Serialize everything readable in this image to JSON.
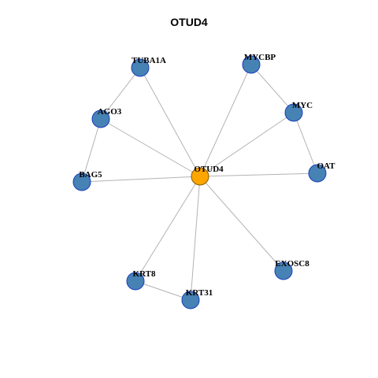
{
  "title": "OTUD4",
  "colors": {
    "center_fill": "#FFA500",
    "node_fill": "#4682B4",
    "node_stroke": "#1a3fbf",
    "center_stroke": "#8a5a00",
    "edge": "#b3b3b3"
  },
  "nodes": [
    {
      "id": "OTUD4",
      "center": true
    },
    {
      "id": "TUBA1A"
    },
    {
      "id": "MYCBP"
    },
    {
      "id": "AGO3"
    },
    {
      "id": "MYC"
    },
    {
      "id": "BAG5"
    },
    {
      "id": "OAT"
    },
    {
      "id": "EXOSC8"
    },
    {
      "id": "KRT8"
    },
    {
      "id": "KRT31"
    }
  ],
  "edges": [
    [
      "OTUD4",
      "TUBA1A"
    ],
    [
      "OTUD4",
      "MYCBP"
    ],
    [
      "OTUD4",
      "AGO3"
    ],
    [
      "OTUD4",
      "MYC"
    ],
    [
      "OTUD4",
      "BAG5"
    ],
    [
      "OTUD4",
      "OAT"
    ],
    [
      "OTUD4",
      "EXOSC8"
    ],
    [
      "OTUD4",
      "KRT8"
    ],
    [
      "OTUD4",
      "KRT31"
    ],
    [
      "TUBA1A",
      "AGO3"
    ],
    [
      "AGO3",
      "BAG5"
    ],
    [
      "MYCBP",
      "MYC"
    ],
    [
      "MYC",
      "OAT"
    ],
    [
      "KRT8",
      "KRT31"
    ]
  ]
}
